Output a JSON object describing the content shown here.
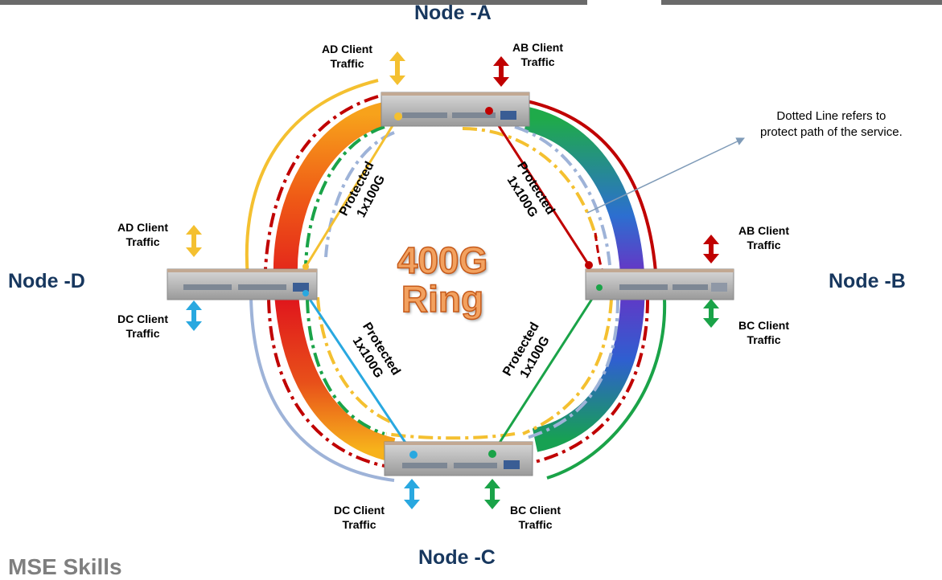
{
  "nodes": {
    "a": "Node -A",
    "b": "Node -B",
    "c": "Node -C",
    "d": "Node -D"
  },
  "ring_label": {
    "line1": "400G",
    "line2": "Ring"
  },
  "client_traffic": {
    "a_ad": {
      "line1": "AD Client",
      "line2": "Traffic"
    },
    "a_ab": {
      "line1": "AB Client",
      "line2": "Traffic"
    },
    "b_ab": {
      "line1": "AB Client",
      "line2": "Traffic"
    },
    "b_bc": {
      "line1": "BC Client",
      "line2": "Traffic"
    },
    "c_dc": {
      "line1": "DC Client",
      "line2": "Traffic"
    },
    "c_bc": {
      "line1": "BC Client",
      "line2": "Traffic"
    },
    "d_ad": {
      "line1": "AD Client",
      "line2": "Traffic"
    },
    "d_dc": {
      "line1": "DC Client",
      "line2": "Traffic"
    }
  },
  "protected_links": {
    "ad": {
      "line1": "Protected",
      "line2": "1x100G"
    },
    "ab": {
      "line1": "Protected",
      "line2": "1x100G"
    },
    "dc": {
      "line1": "Protected",
      "line2": "1x100G"
    },
    "bc": {
      "line1": "Protected",
      "line2": "1x100G"
    }
  },
  "note": {
    "line1": "Dotted Line refers to",
    "line2": "protect path of the service."
  },
  "footer_text": "MSE Skills",
  "colors": {
    "node_title": "#17375e",
    "ab_service": "#c00000",
    "ad_service": "#f4c030",
    "dc_service": "#29a8e0",
    "bc_service": "#1aa348",
    "protect_blue": "#9eb3d8",
    "ring_text": "#f2a15f"
  }
}
